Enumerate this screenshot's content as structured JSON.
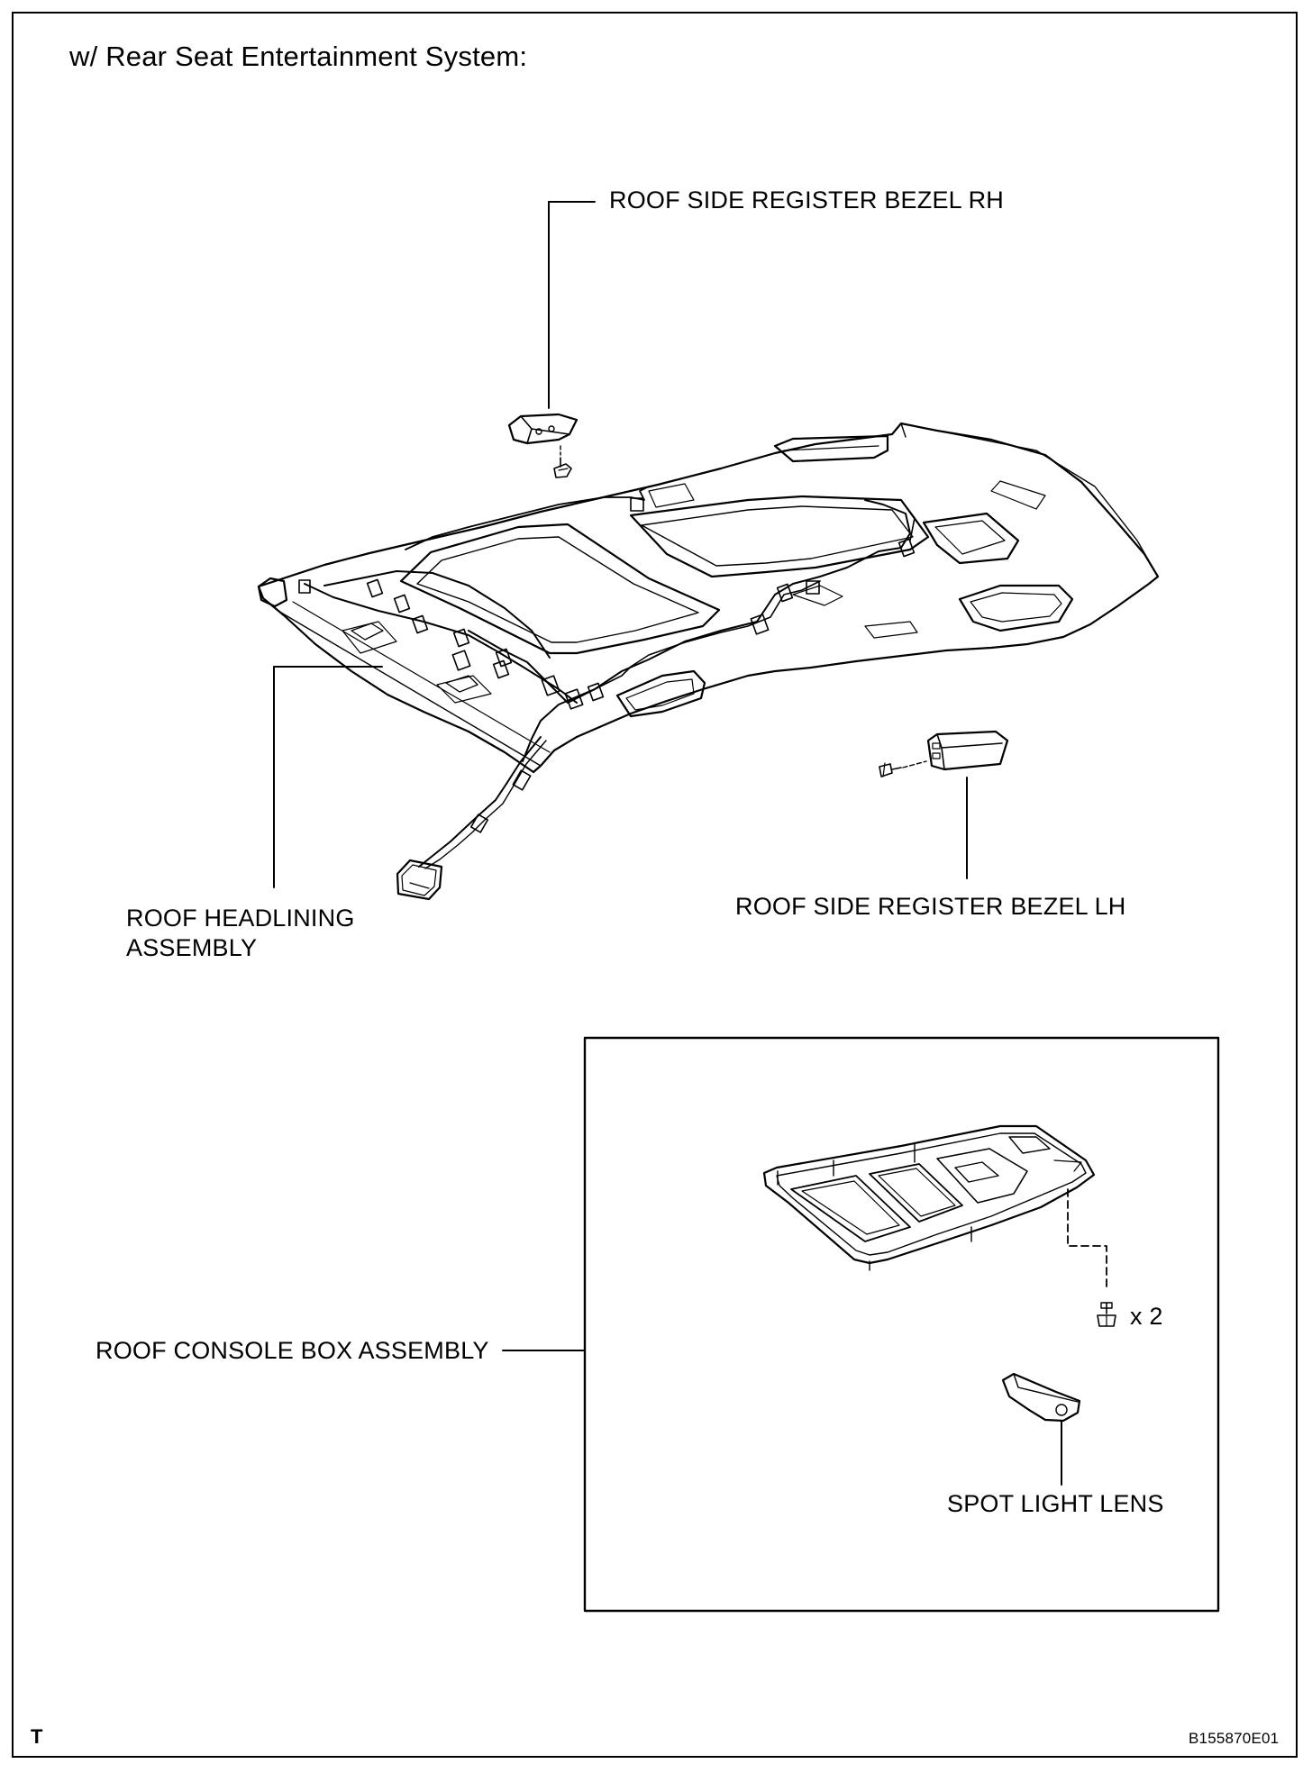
{
  "title": "w/ Rear Seat Entertainment System:",
  "labels": {
    "bezel_rh": "ROOF SIDE REGISTER BEZEL RH",
    "bezel_lh": "ROOF SIDE REGISTER BEZEL LH",
    "headlining_line1": "ROOF HEADLINING",
    "headlining_line2": "ASSEMBLY",
    "console_box": "ROOF CONSOLE BOX ASSEMBLY",
    "spot_light_lens": "SPOT LIGHT LENS",
    "quantity": "x 2"
  },
  "footer": {
    "corner_mark": "T",
    "figure_code": "B155870E01"
  }
}
